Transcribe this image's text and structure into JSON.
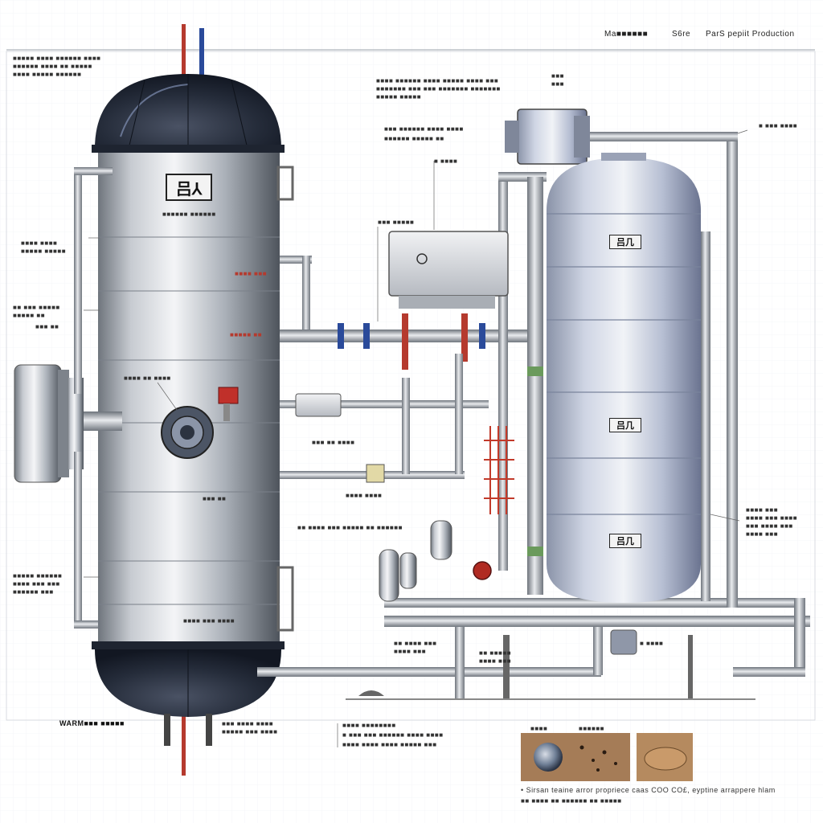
{
  "header": {
    "left_text": "Ma■■■■■■",
    "mid_text": "S6re",
    "right_text": "ParS pepiit Production"
  },
  "labels": {
    "top_left": [
      "■■■■■ ■■■■ ■■■■■■ ■■■■",
      "■■■■■■ ■■■■ ■■ ■■■■■",
      "■■■■ ■■■■■ ■■■■■■"
    ],
    "top_center": [
      "■■■■ ■■■■■■ ■■■■ ■■■■■ ■■■■ ■■■",
      "■■■■■■■ ■■■ ■■■ ■■■■■■■ ■■■■■■■",
      "■■■■■ ■■■■■"
    ],
    "mid_upper": [
      "■■■ ■■■■■■ ■■■■ ■■■■",
      "■■■■■■ ■■■■■ ■■"
    ],
    "compressor_tag": [
      "■■■",
      "■■■"
    ],
    "right_top": "■ ■■■ ■■■■",
    "sensor_tag": "■ ■■■■",
    "unit_tag": "■■■ ■■■■■",
    "left_mid_1": [
      "■■■■ ■■■■",
      "■■■■■ ■■■■■"
    ],
    "left_mid_2": [
      "■■ ■■■ ■■■■■",
      "■■■■■ ■■",
      "■■■ ■■"
    ],
    "left_lower": [
      "■■■■■ ■■■■■■",
      "■■■■ ■■■ ■■■",
      "■■■■■■ ■■■"
    ],
    "valve_red_1": "■■■■ ■■■",
    "valve_red_2": "■■■■■ ■■",
    "center_lower_1": "■■■ ■■ ■■■■",
    "center_lower_2": "■■■■ ■■■■",
    "center_lower_3": "■■ ■■■■ ■■■ ■■■■■ ■■ ■■■■■■",
    "right_mid": [
      "■■■■ ■■■",
      "■■■■ ■■■ ■■■■",
      "■■■ ■■■■ ■■■",
      "■■■■ ■■■"
    ],
    "bottom_center_1": [
      "■■ ■■■■ ■■■",
      "■■■■ ■■■"
    ],
    "bottom_center_2": [
      "■■ ■■■■■",
      "■■■■ ■■■"
    ],
    "bottom_right_1": "■ ■■■■",
    "tank_left_side": "■■■■■■ ■■■■■■",
    "tank_left_mid": "■■■■ ■■ ■■■■",
    "tank_left_mid2": "■■■ ■■",
    "tank_left_bottom": "■■■■ ■■■ ■■■■",
    "bottom_left_title": "WARM■■■ ■■■■■",
    "bottom_left_sub": [
      "■■■ ■■■■ ■■■■",
      "■■■■■ ■■■ ■■■■"
    ],
    "bottom_center_block": [
      "■■■■ ■■■■■■■■",
      "■ ■■■ ■■■ ■■■■■■ ■■■■ ■■■■",
      "■■■■ ■■■■ ■■■■ ■■■■■ ■■■"
    ],
    "photos_caption_top": [
      "■■■■",
      "■■■■■■"
    ],
    "photos_caption": "• Sirsan teaine arror propriece caas COO CO£, eyptine arrappere hlam",
    "photos_caption_2": "■■ ■■■■ ■■ ■■■■■■ ■■ ■■■■■"
  },
  "plates": {
    "tank_left_top": "吕⅄",
    "tank_right_1": "吕几",
    "tank_right_2": "吕几",
    "tank_right_3": "吕几"
  },
  "colors": {
    "steel_light": "#e6e8ec",
    "steel_mid": "#a9adb4",
    "steel_dark": "#5f646c",
    "dome_dark": "#1f2633",
    "pipe": "#9aa0a8",
    "pipe_blue": "#2a4a9a",
    "pipe_red": "#c23a2a",
    "bg": "#ffffff"
  }
}
